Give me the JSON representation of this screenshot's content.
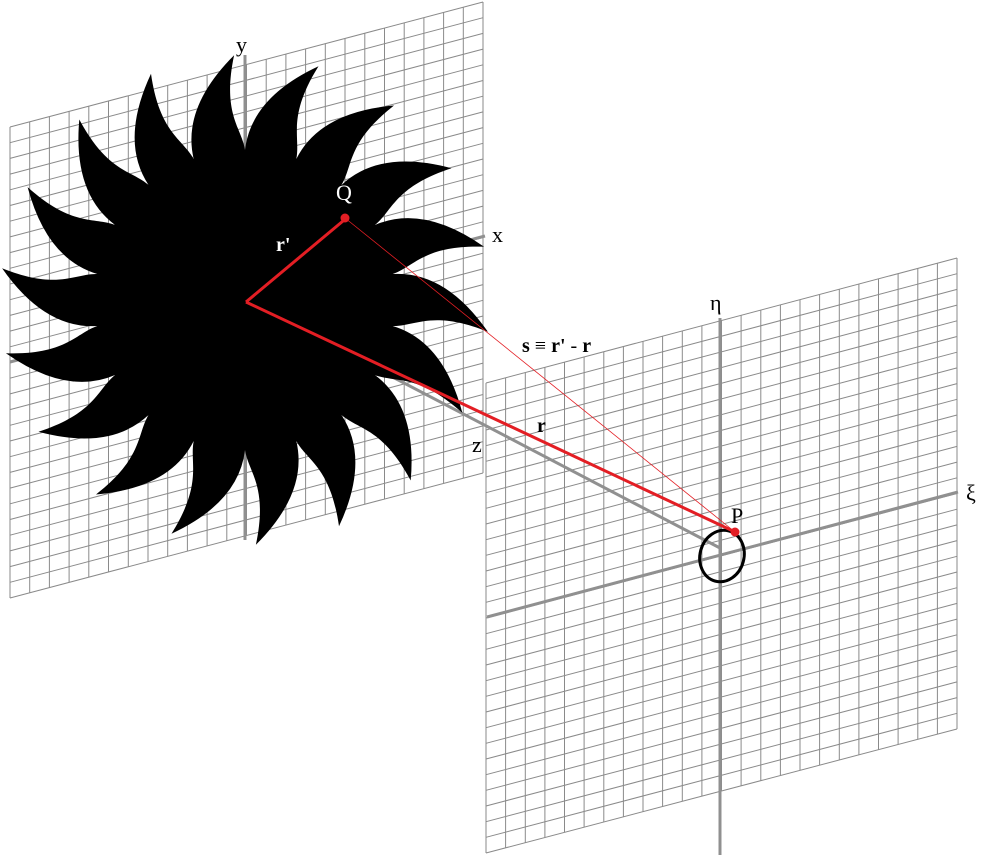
{
  "source_plane": {
    "x_axis_label": "x",
    "y_axis_label": "y",
    "z_axis_label": "z",
    "aperture": "black-star-shaped-aperture"
  },
  "observation_plane": {
    "xi_axis_label": "ξ",
    "eta_axis_label": "η"
  },
  "points": {
    "q_label": "Q",
    "p_label": "P"
  },
  "vectors": {
    "r_prime_label": "r'",
    "r_label": "r",
    "s_label_bold_1": "s",
    "s_label_op_1": " ≡ ",
    "s_label_bold_2": "r'",
    "s_label_op_2": " - ",
    "s_label_bold_3": "r"
  },
  "colors": {
    "grid": "#8a8a8a",
    "axis": "#909090",
    "vector": "#e31e24",
    "aperture": "#000000",
    "ellipse": "#000000"
  }
}
